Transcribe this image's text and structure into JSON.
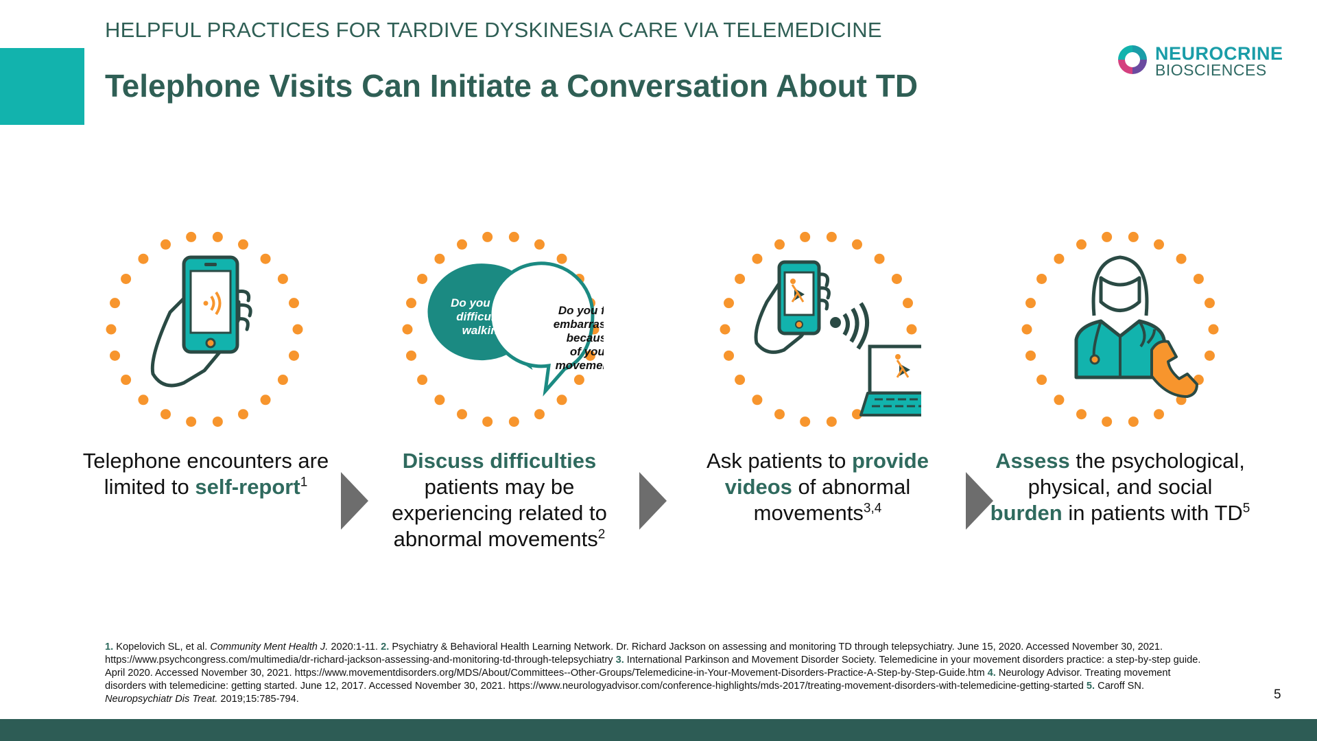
{
  "header": {
    "kicker": "HELPFUL PRACTICES FOR TARDIVE DYSKINESIA CARE VIA TELEMEDICINE",
    "title": "Telephone Visits Can Initiate a Conversation About TD"
  },
  "logo": {
    "name": "NEUROCRINE",
    "sub": "BIOSCIENCES",
    "icon": "neurocrine-swirl-logo"
  },
  "colors": {
    "teal": "#12b3ad",
    "dark_green": "#2f5f55",
    "orange": "#f7952d",
    "gray_chevron": "#6d6d6d"
  },
  "icons": {
    "step1": "hand-holding-phone-icon",
    "step2": "speech-bubbles-icon",
    "step3": "phone-video-to-laptop-icon",
    "step4": "clinician-with-phone-icon"
  },
  "bubbles": {
    "q1": [
      "Do you have",
      "difficulties",
      "walking?"
    ],
    "q2": [
      "Do you feel",
      "embarrassed",
      "because",
      "of your",
      "movements?"
    ]
  },
  "steps": [
    {
      "pre": "Telephone encounters are limited to ",
      "hl": "self-report",
      "sup": "1"
    },
    {
      "hl": "Discuss difficulties",
      "rest": " patients may be experiencing related to abnormal movements",
      "sup": "2"
    },
    {
      "pre": "Ask patients to ",
      "hl": "provide videos",
      "rest": " of abnormal movements",
      "sup": "3,4"
    },
    {
      "hl": "Assess",
      "mid": " the psychological, physical, and social ",
      "hl2": "burden",
      "rest": " in patients with TD",
      "sup": "5"
    }
  ],
  "references": [
    {
      "n": "1.",
      "a": " Kopelovich SL, et al. ",
      "j": "Community Ment Health J.",
      "b": " 2020:1-11. "
    },
    {
      "n": "2.",
      "a": " Psychiatry & Behavioral Health Learning Network. Dr. Richard Jackson on assessing and monitoring TD through telepsychiatry. June 15, 2020. Accessed November 30, 2021. https://www.psychcongress.com/multimedia/dr-richard-jackson-assessing-and-monitoring-td-through-telepsychiatry "
    },
    {
      "n": "3.",
      "a": " International Parkinson and Movement Disorder Society. Telemedicine in your movement disorders practice: a step-by-step guide. April 2020. Accessed November 30, 2021. https://www.movementdisorders.org/MDS/About/Committees--Other-Groups/Telemedicine-in-Your-Movement-Disorders-Practice-A-Step-by-Step-Guide.htm "
    },
    {
      "n": "4.",
      "a": " Neurology Advisor. Treating movement disorders with telemedicine: getting started. June 12, 2017. Accessed November 30, 2021. https://www.neurologyadvisor.com/conference-highlights/mds-2017/treating-movement-disorders-with-telemedicine-getting-started "
    },
    {
      "n": "5.",
      "a": " Caroff SN. ",
      "j": "Neuropsychiatr Dis Treat.",
      "b": " 2019;15:785-794."
    }
  ],
  "page_number": "5"
}
